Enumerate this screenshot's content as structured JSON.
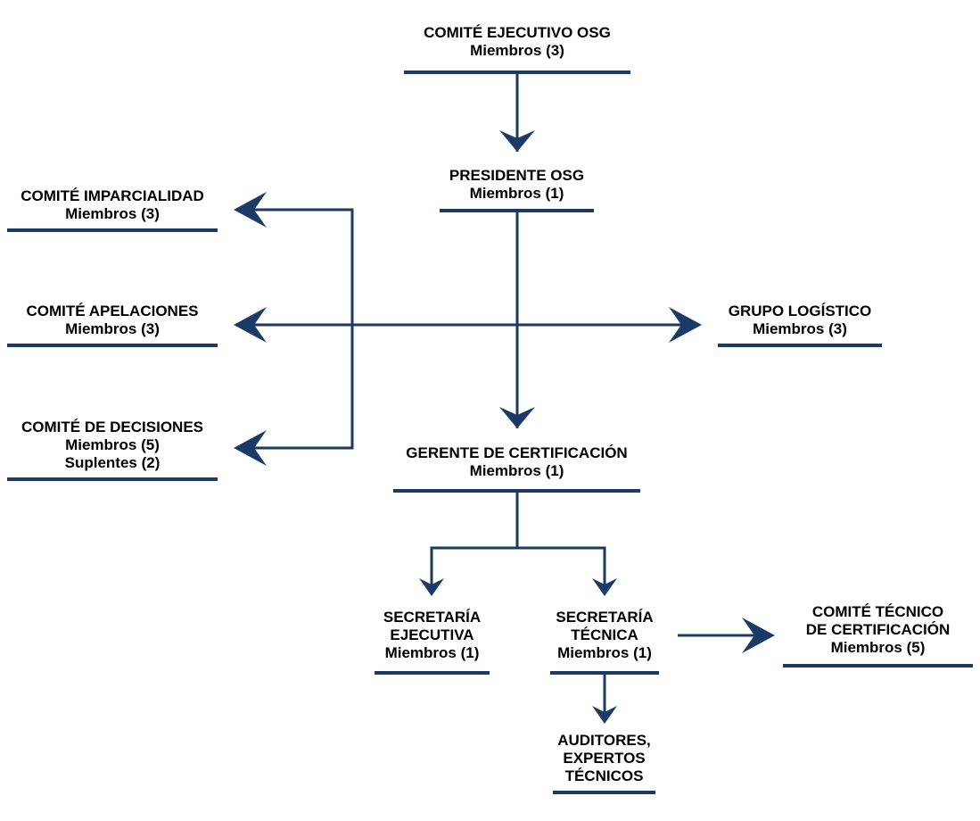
{
  "colors": {
    "connector": "#1c3a66",
    "text": "#000000",
    "background": "#ffffff"
  },
  "nodes": {
    "executive": {
      "lines": [
        "COMITÉ EJECUTIVO OSG",
        "Miembros (3)"
      ]
    },
    "president": {
      "lines": [
        "PRESIDENTE OSG",
        "Miembros (1)"
      ]
    },
    "impartiality": {
      "lines": [
        "COMITÉ IMPARCIALIDAD",
        "Miembros (3)"
      ]
    },
    "appeals": {
      "lines": [
        "COMITÉ APELACIONES",
        "Miembros (3)"
      ]
    },
    "decisions": {
      "lines": [
        "COMITÉ DE DECISIONES",
        "Miembros (5)",
        "Suplentes (2)"
      ]
    },
    "logistics": {
      "lines": [
        "GRUPO LOGÍSTICO",
        "Miembros (3)"
      ]
    },
    "manager": {
      "lines": [
        "GERENTE DE CERTIFICACIÓN",
        "Miembros (1)"
      ]
    },
    "exec_secretary": {
      "lines": [
        "SECRETARÍA",
        "EJECUTIVA",
        "Miembros (1)"
      ]
    },
    "tech_secretary": {
      "lines": [
        "SECRETARÍA",
        "TÉCNICA",
        "Miembros (1)"
      ]
    },
    "tech_committee": {
      "lines": [
        "COMITÉ TÉCNICO",
        "DE CERTIFICACIÓN",
        "Miembros (5)"
      ]
    },
    "auditors": {
      "lines": [
        "AUDITORES,",
        "EXPERTOS",
        "TÉCNICOS"
      ]
    }
  }
}
